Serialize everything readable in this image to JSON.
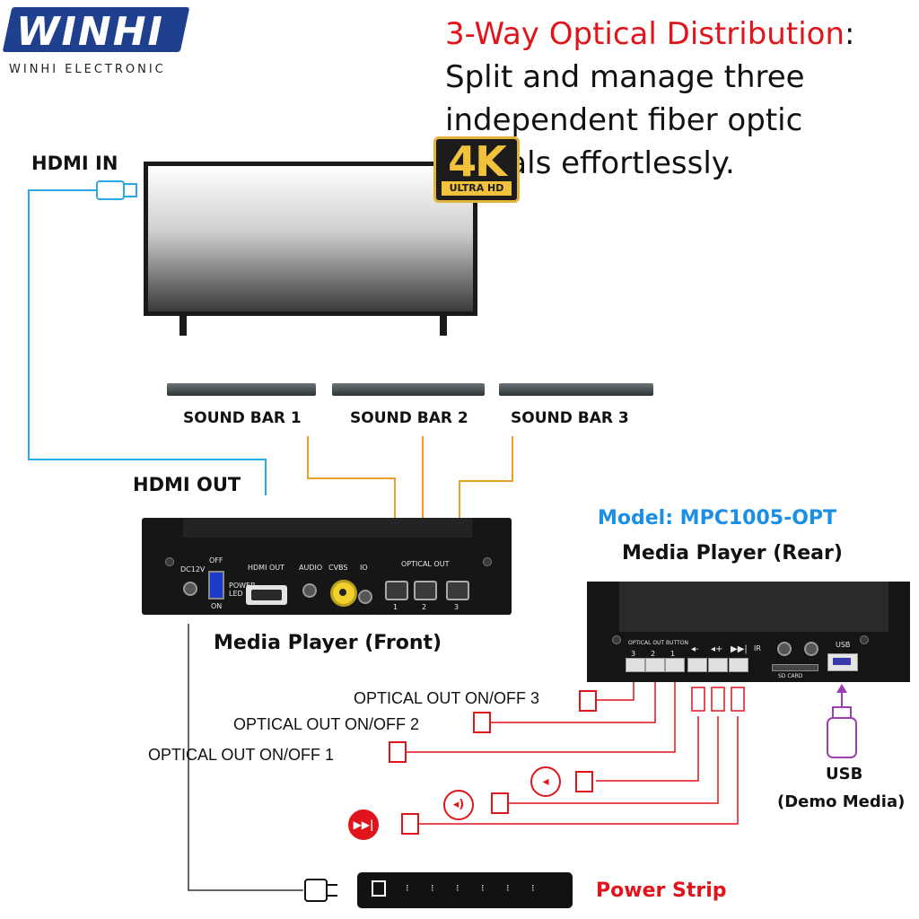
{
  "logo": {
    "brand": "WINHI",
    "subtitle": "WINHI ELECTRONIC"
  },
  "headline": {
    "highlight": "3-Way Optical Distribution",
    "rest": ": Split and manage three independent fiber optic signals effortlessly."
  },
  "badge": {
    "main": "4K",
    "sub": "ULTRA HD"
  },
  "labels": {
    "hdmi_in": "HDMI IN",
    "hdmi_out": "HDMI OUT",
    "sound_bars": [
      "SOUND BAR 1",
      "SOUND BAR 2",
      "SOUND BAR 3"
    ],
    "model": "Model: MPC1005-OPT",
    "rear_title": "Media Player (Rear)",
    "front_title": "Media Player (Front)",
    "optical_switches": [
      "OPTICAL OUT ON/OFF 3",
      "OPTICAL OUT ON/OFF 2",
      "OPTICAL OUT ON/OFF 1"
    ],
    "usb": "USB",
    "usb_sub": "(Demo Media)",
    "power_strip": "Power Strip"
  },
  "front_panel": {
    "dc": "DC12V",
    "off": "OFF",
    "on": "ON",
    "power_led": "POWER LED",
    "hdmi_out": "HDMI OUT",
    "audio": "AUDIO",
    "cvbs": "CVBS",
    "io": "IO",
    "optical_out": "OPTICAL OUT",
    "ports": [
      "1",
      "2",
      "3"
    ]
  },
  "rear_panel": {
    "optical_button": "OPTICAL OUT BUTTON",
    "button_numbers": [
      "3",
      "2",
      "1"
    ],
    "ir": "IR",
    "sd": "SD CARD",
    "usb": "USB"
  },
  "colors": {
    "hdmi_wire": "#29a8e8",
    "optical_wire": "#e8a02a",
    "button_wire": "#e0141b",
    "accent_red": "#e0141b",
    "model_blue": "#1a8fe3"
  },
  "icons": [
    "hdmi-connector-icon",
    "power-plug-icon",
    "usb-drive-icon",
    "volume-down-icon",
    "volume-up-icon",
    "next-track-icon",
    "push-button-icon"
  ]
}
